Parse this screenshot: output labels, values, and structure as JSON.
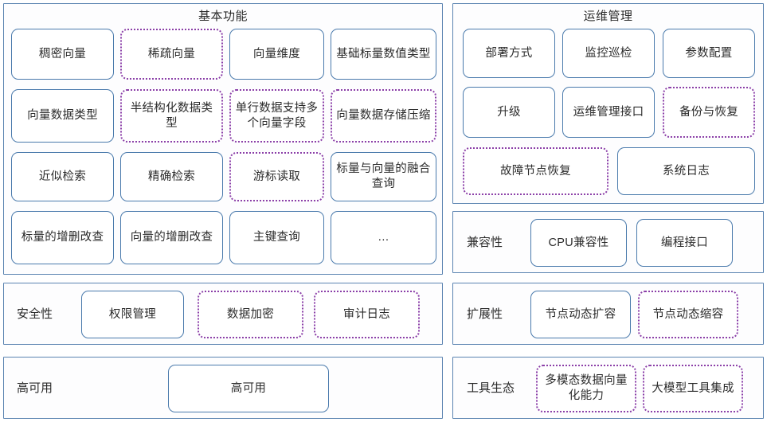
{
  "meta": {
    "colors": {
      "panel_border": "#5b84b1",
      "card_solid_border": "#4a7aac",
      "card_dotted_border": "#8b3fa8",
      "text": "#2b2b2b",
      "background": "#ffffff"
    }
  },
  "panels": [
    {
      "id": "basic-functions",
      "title": "基本功能",
      "title_position": "top-center",
      "cards": [
        {
          "label": "稠密向量",
          "style": "solid"
        },
        {
          "label": "稀疏向量",
          "style": "dotted"
        },
        {
          "label": "向量维度",
          "style": "solid"
        },
        {
          "label": "基础标量数值类型",
          "style": "solid"
        },
        {
          "label": "向量数据类型",
          "style": "solid"
        },
        {
          "label": "半结构化数据类型",
          "style": "dotted"
        },
        {
          "label": "单行数据支持多个向量字段",
          "style": "dotted"
        },
        {
          "label": "向量数据存储压缩",
          "style": "dotted"
        },
        {
          "label": "近似检索",
          "style": "solid"
        },
        {
          "label": "精确检索",
          "style": "solid"
        },
        {
          "label": "游标读取",
          "style": "dotted"
        },
        {
          "label": "标量与向量的融合查询",
          "style": "solid"
        },
        {
          "label": "标量的增删改查",
          "style": "solid"
        },
        {
          "label": "向量的增删改查",
          "style": "solid"
        },
        {
          "label": "主键查询",
          "style": "solid"
        },
        {
          "label": "…",
          "style": "solid"
        }
      ]
    },
    {
      "id": "security",
      "title": "安全性",
      "title_position": "left",
      "cards": [
        {
          "label": "权限管理",
          "style": "solid"
        },
        {
          "label": "数据加密",
          "style": "dotted"
        },
        {
          "label": "审计日志",
          "style": "dotted"
        }
      ]
    },
    {
      "id": "high-availability",
      "title": "高可用",
      "title_position": "left",
      "cards": [
        {
          "label": "高可用",
          "style": "solid"
        }
      ]
    },
    {
      "id": "ops-management",
      "title": "运维管理",
      "title_position": "top-center",
      "cards": [
        {
          "label": "部署方式",
          "style": "solid"
        },
        {
          "label": "监控巡检",
          "style": "solid"
        },
        {
          "label": "参数配置",
          "style": "solid"
        },
        {
          "label": "升级",
          "style": "solid"
        },
        {
          "label": "运维管理接口",
          "style": "solid"
        },
        {
          "label": "备份与恢复",
          "style": "dotted"
        },
        {
          "label": "故障节点恢复",
          "style": "dotted"
        },
        {
          "label": "系统日志",
          "style": "solid"
        }
      ]
    },
    {
      "id": "compatibility",
      "title": "兼容性",
      "title_position": "left",
      "cards": [
        {
          "label": "CPU兼容性",
          "style": "solid"
        },
        {
          "label": "编程接口",
          "style": "solid"
        }
      ]
    },
    {
      "id": "scalability",
      "title": "扩展性",
      "title_position": "left",
      "cards": [
        {
          "label": "节点动态扩容",
          "style": "solid"
        },
        {
          "label": "节点动态缩容",
          "style": "dotted"
        }
      ]
    },
    {
      "id": "tool-ecosystem",
      "title": "工具生态",
      "title_position": "left",
      "cards": [
        {
          "label": "多模态数据向量化能力",
          "style": "dotted"
        },
        {
          "label": "大模型工具集成",
          "style": "dotted"
        }
      ]
    }
  ]
}
